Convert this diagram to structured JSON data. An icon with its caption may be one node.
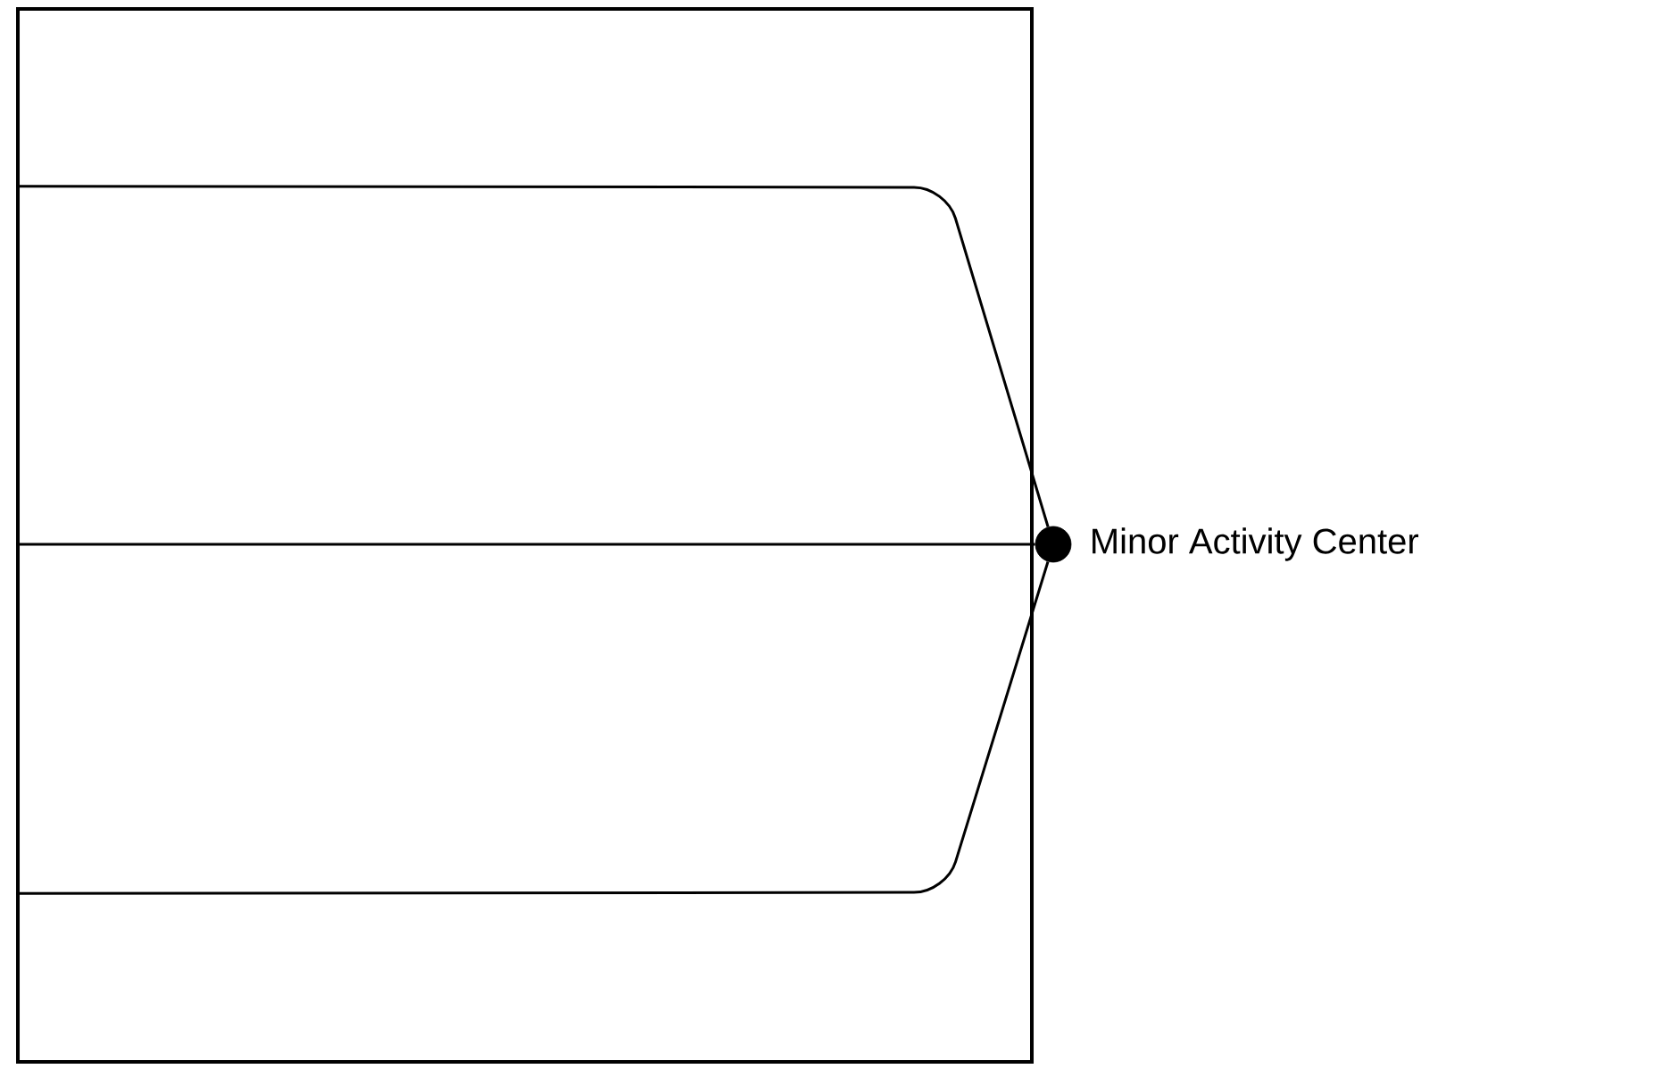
{
  "diagram": {
    "nodes": [
      {
        "text": [],
        "shape": "box"
      },
      {
        "text": [],
        "shape": "circle",
        "beside": [
          "Minor Activity Center"
        ]
      }
    ],
    "edges": [
      {
        "from": 0,
        "to": 1,
        "arrow": "none"
      },
      {
        "from": 0,
        "to": 1,
        "arrow": "none"
      },
      {
        "from": 0,
        "to": 1,
        "arrow": "none"
      }
    ]
  }
}
